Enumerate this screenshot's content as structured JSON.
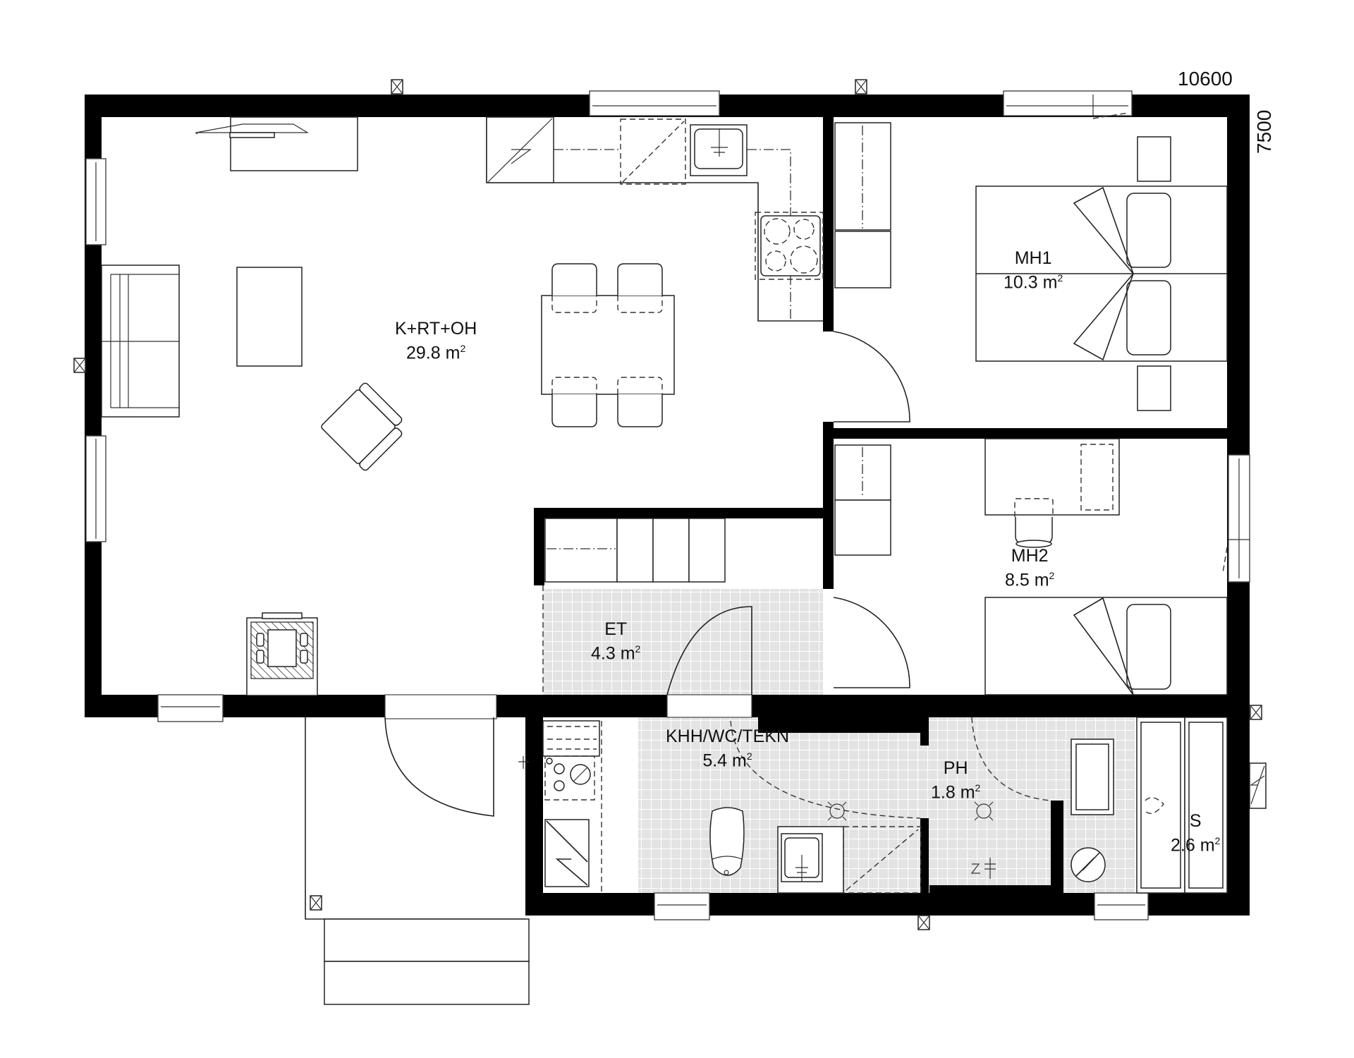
{
  "plan": {
    "type": "residential floor plan",
    "dimensions": {
      "width_label": "10600",
      "depth_label": "7500"
    },
    "colors": {
      "wall": "#000000",
      "tile_fill": "#e3e3e3",
      "tile_grid": "#ffffff",
      "line": "#222222"
    },
    "rooms": [
      {
        "id": "k-rt-oh",
        "name": "K+RT+OH",
        "area": "29.8 m",
        "unit_sup": "2"
      },
      {
        "id": "mh1",
        "name": "MH1",
        "area": "10.3 m",
        "unit_sup": "2"
      },
      {
        "id": "mh2",
        "name": "MH2",
        "area": "8.5 m",
        "unit_sup": "2"
      },
      {
        "id": "et",
        "name": "ET",
        "area": "4.3 m",
        "unit_sup": "2"
      },
      {
        "id": "khh-wc-tekn",
        "name": "KHH/WC/TEKN",
        "area": "5.4 m",
        "unit_sup": "2"
      },
      {
        "id": "ph",
        "name": "PH",
        "area": "1.8 m",
        "unit_sup": "2"
      },
      {
        "id": "s",
        "name": "S",
        "area": "2.6 m",
        "unit_sup": "2"
      }
    ],
    "symbols": [
      "tv-unit-icon",
      "sofa-icon",
      "coffee-table-icon",
      "armchair-icon",
      "fireplace-icon",
      "dining-table-icon",
      "dining-chair-icon",
      "kitchen-sink-icon",
      "stove-icon",
      "fridge-icon",
      "dishwasher-icon",
      "wardrobe-icon",
      "double-bed-icon",
      "single-bed-icon",
      "desk-icon",
      "office-chair-icon",
      "washing-machine-icon",
      "dryer-icon",
      "boiler-icon",
      "toilet-icon",
      "washbasin-icon",
      "shower-icon",
      "sauna-bench-icon",
      "sauna-stove-icon",
      "vent-icon",
      "door-swing-icon",
      "window-icon",
      "entry-steps-icon"
    ]
  }
}
